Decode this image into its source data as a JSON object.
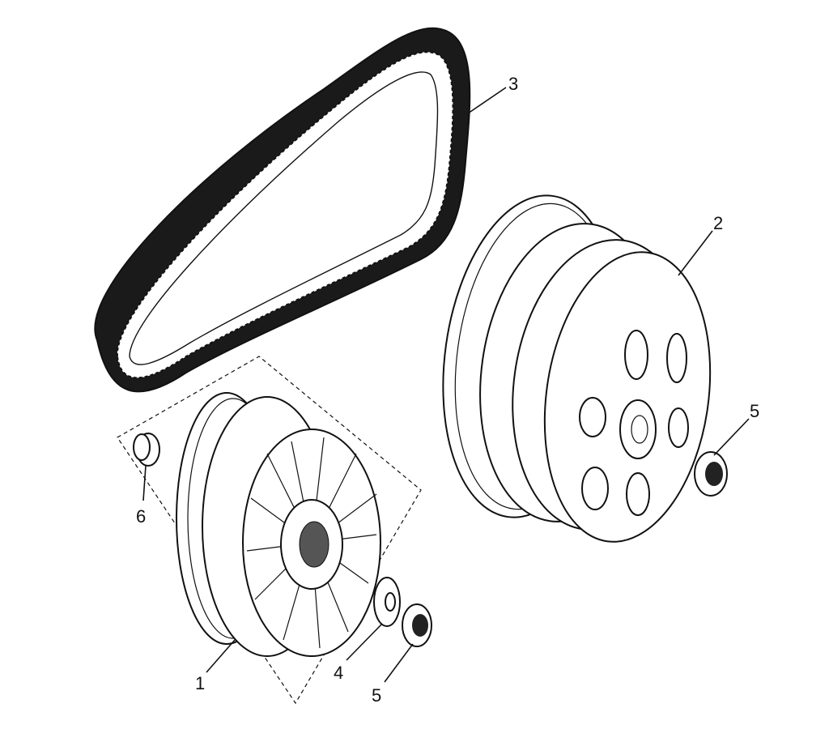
{
  "diagram": {
    "type": "exploded parts diagram - CVT transmission",
    "callouts": [
      {
        "id": "c3",
        "label": "3"
      },
      {
        "id": "c2",
        "label": "2"
      },
      {
        "id": "c5a",
        "label": "5"
      },
      {
        "id": "c6",
        "label": "6"
      },
      {
        "id": "c1",
        "label": "1"
      },
      {
        "id": "c4",
        "label": "4"
      },
      {
        "id": "c5b",
        "label": "5"
      }
    ],
    "colors": {
      "line": "#111111",
      "background": "#ffffff"
    }
  }
}
